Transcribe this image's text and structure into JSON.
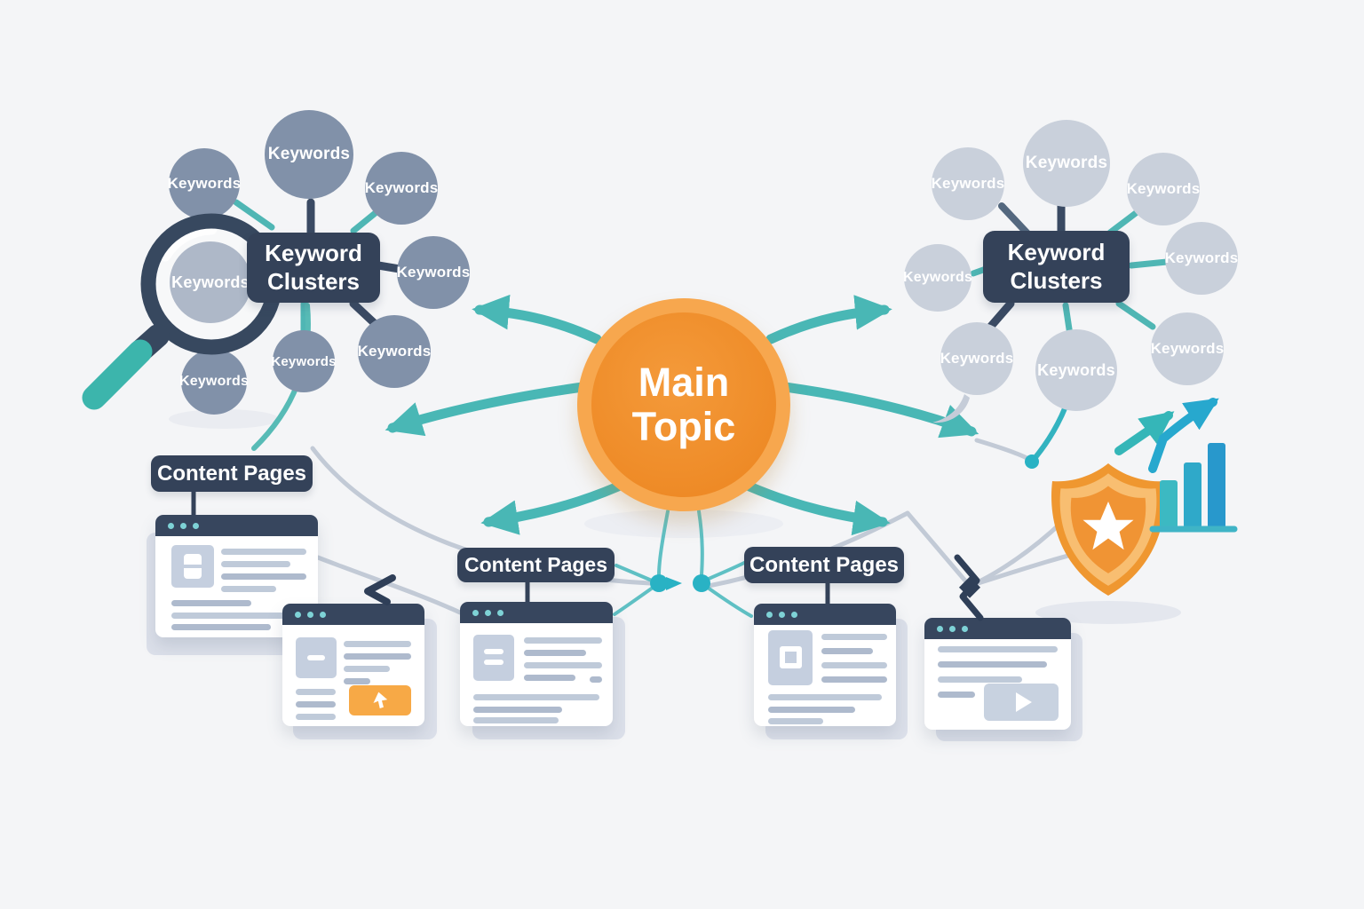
{
  "title": "Topic cluster SEO diagram",
  "main_topic": {
    "label": "Main Topic"
  },
  "left_cluster": {
    "title": "Keyword Clusters",
    "keywords": [
      "Keywords",
      "Keywords",
      "Keywords",
      "Keywords",
      "Keywords",
      "Keywords",
      "Keywords",
      "Keywords"
    ]
  },
  "right_cluster": {
    "title": "Keyword Clusters",
    "keywords": [
      "Keywords",
      "Keywords",
      "Keywords",
      "Keywords",
      "Keywords",
      "Keywords",
      "Keywords",
      "Keywords"
    ]
  },
  "content_groups": [
    {
      "label": "Content Pages",
      "windows": [
        {
          "type": "article"
        },
        {
          "type": "article-with-cta"
        }
      ]
    },
    {
      "label": "Content Pages",
      "windows": [
        {
          "type": "article"
        }
      ]
    },
    {
      "label": "Content Pages",
      "windows": [
        {
          "type": "article"
        },
        {
          "type": "video-page"
        }
      ]
    }
  ],
  "icons": {
    "magnifier": "magnifier-icon",
    "shield": "shield-star-icon",
    "growth_chart": "growth-chart-icon",
    "cursor": "cursor-arrow-icon",
    "cta_pointer": "click-pointer-icon",
    "play": "play-icon"
  },
  "colors": {
    "background": "#f4f5f7",
    "navy": "#344259",
    "header_navy": "#37465e",
    "teal_arrow": "#49b7b5",
    "cyan_node": "#29b2c4",
    "handle_teal": "#3cb5ac",
    "left_bubble": "#8191a9",
    "right_bubble": "#c9d0db",
    "orange_core": "#ee8a26",
    "orange_ring": "#f7a74e",
    "cta_orange": "#f7a946",
    "shield_orange": "#ef9730",
    "bar1": "#3cb9c2",
    "bar2": "#2fa9c9",
    "bar3": "#2898cc"
  }
}
